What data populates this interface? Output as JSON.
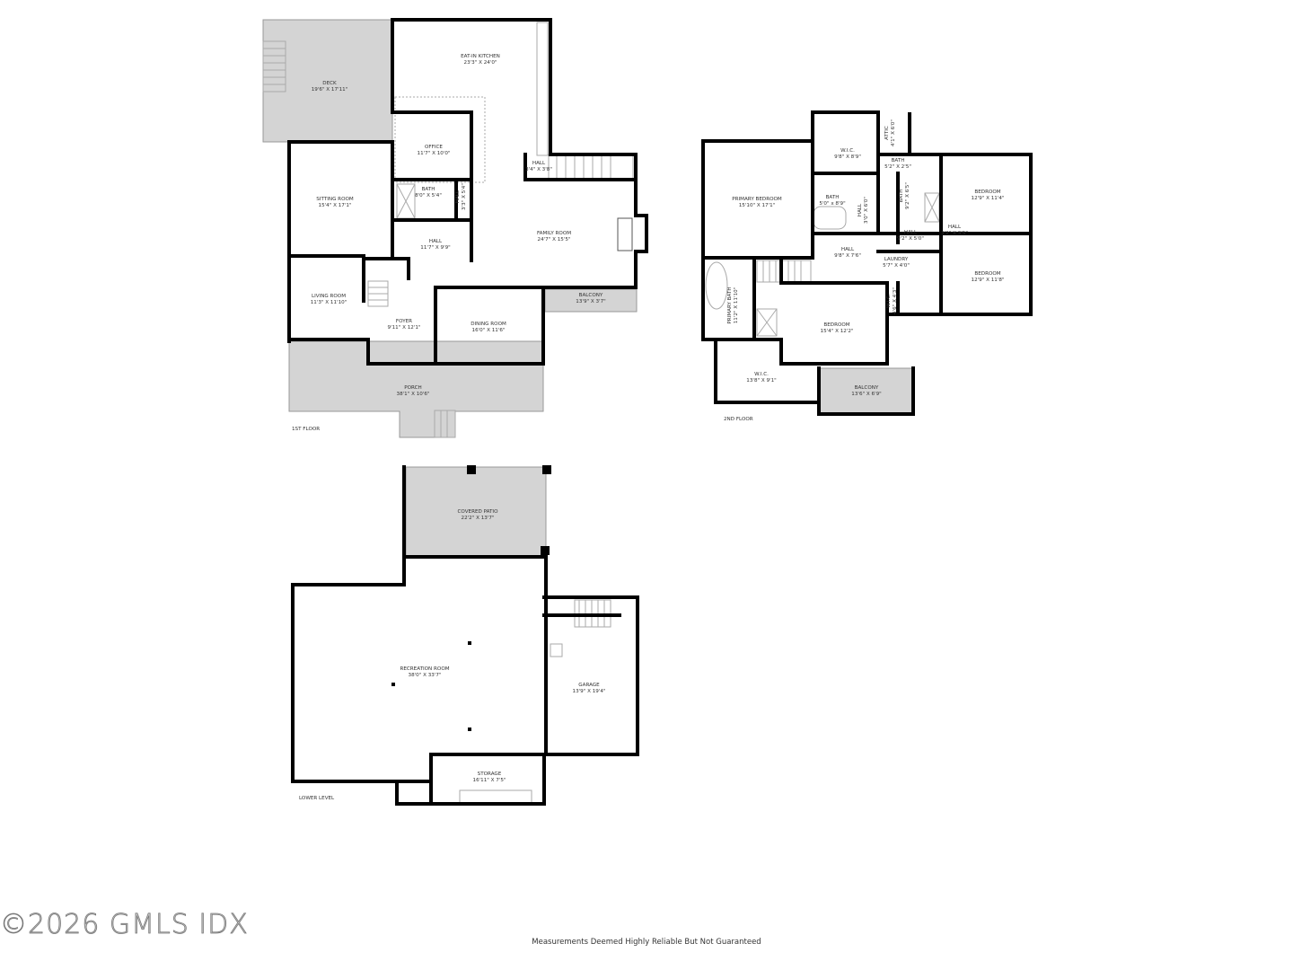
{
  "floors": {
    "first": {
      "label": "1ST FLOOR",
      "rooms": [
        {
          "name": "DECK",
          "dims": "19'6\" X 17'11\""
        },
        {
          "name": "EAT-IN KITCHEN",
          "dims": "23'3\" X 24'0\""
        },
        {
          "name": "OFFICE",
          "dims": "11'7\" X 10'0\""
        },
        {
          "name": "HALL",
          "dims": "3'4\" X 3'8\""
        },
        {
          "name": "BATH",
          "dims": "8'0\" X 5'4\""
        },
        {
          "name": "HALL",
          "dims": "3'3\" X 5'4\""
        },
        {
          "name": "SITTING ROOM",
          "dims": "15'4\" X 17'1\""
        },
        {
          "name": "FAMILY ROOM",
          "dims": "24'7\" X 15'5\""
        },
        {
          "name": "HALL",
          "dims": "11'7\" X 9'9\""
        },
        {
          "name": "LIVING ROOM",
          "dims": "11'3\" X 11'10\""
        },
        {
          "name": "BALCONY",
          "dims": "13'9\" X 3'7\""
        },
        {
          "name": "FOYER",
          "dims": "9'11\" X 12'1\""
        },
        {
          "name": "DINING ROOM",
          "dims": "16'0\" X 11'6\""
        },
        {
          "name": "PORCH",
          "dims": "38'1\" X 10'6\""
        }
      ]
    },
    "second": {
      "label": "2ND FLOOR",
      "rooms": [
        {
          "name": "W.I.C.",
          "dims": "9'8\" X 8'9\""
        },
        {
          "name": "ATTIC",
          "dims": "4'1\" X 6'0\""
        },
        {
          "name": "BATH",
          "dims": "5'2\" X 2'5\""
        },
        {
          "name": "BEDROOM",
          "dims": "12'9\" X 11'4\""
        },
        {
          "name": "PRIMARY BEDROOM",
          "dims": "15'10\" X 17'1\""
        },
        {
          "name": "BATH",
          "dims": "5'0\" x 8'9\""
        },
        {
          "name": "HALL",
          "dims": "3'0\" X 6'0\""
        },
        {
          "name": "BATH",
          "dims": "9'2\" X 6'5\""
        },
        {
          "name": "HALL",
          "dims": "3'2\" X 3'5\""
        },
        {
          "name": "HALL",
          "dims": "9'2\" X 5'0\""
        },
        {
          "name": "HALL",
          "dims": "9'8\" X 7'6\""
        },
        {
          "name": "LAUNDRY",
          "dims": "5'7\" X 4'0\""
        },
        {
          "name": "BEDROOM",
          "dims": "12'9\" X 11'8\""
        },
        {
          "name": "PRIMARY BATH",
          "dims": "11'2\" X 11'10\""
        },
        {
          "name": "W.I.C.",
          "dims": "4'6\" X 4'3\""
        },
        {
          "name": "BEDROOM",
          "dims": "15'4\" X 12'2\""
        },
        {
          "name": "W.I.C.",
          "dims": "13'8\" X 9'1\""
        },
        {
          "name": "BALCONY",
          "dims": "13'6\" X 6'9\""
        }
      ]
    },
    "lower": {
      "label": "LOWER LEVEL",
      "rooms": [
        {
          "name": "COVERED PATIO",
          "dims": "22'2\" X 13'7\""
        },
        {
          "name": "RECREATION ROOM",
          "dims": "38'0\" X 33'7\""
        },
        {
          "name": "GARAGE",
          "dims": "13'9\" X 19'4\""
        },
        {
          "name": "STORAGE",
          "dims": "16'11\" X 7'5\""
        }
      ]
    }
  },
  "watermark": "©2026 GMLS IDX",
  "footer": "Measurements Deemed Highly Reliable But Not Guaranteed",
  "colors": {
    "wall": "#000000",
    "outdoor_fill": "#d4d4d4"
  }
}
